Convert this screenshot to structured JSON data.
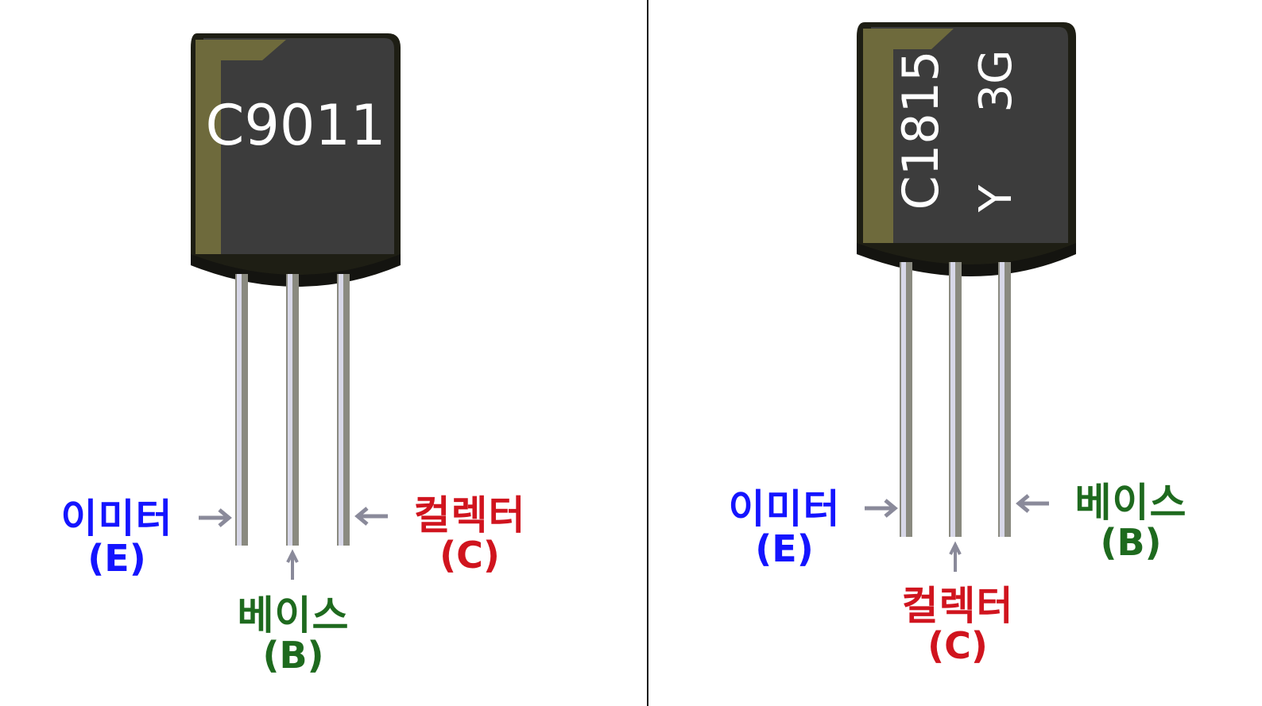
{
  "colors": {
    "emitter": "#1414ff",
    "base": "#1e6a1e",
    "collector": "#d0141e",
    "body_dark": "#3c3c3c",
    "body_edge": "#1e1e14",
    "body_highlight": "#6e6a3c",
    "lead": "#c8c8c8",
    "divider": "#1a1a1a"
  },
  "left": {
    "part_number": "C9011",
    "labels": {
      "emitter": {
        "name": "이미터",
        "symbol": "(E)"
      },
      "base": {
        "name": "베이스",
        "symbol": "(B)"
      },
      "collector": {
        "name": "컬렉터",
        "symbol": "(C)"
      }
    }
  },
  "right": {
    "part_number": "C1815",
    "marking_2": "Y",
    "marking_3": "3G",
    "labels": {
      "emitter": {
        "name": "이미터",
        "symbol": "(E)"
      },
      "base": {
        "name": "베이스",
        "symbol": "(B)"
      },
      "collector": {
        "name": "컬렉터",
        "symbol": "(C)"
      }
    }
  }
}
